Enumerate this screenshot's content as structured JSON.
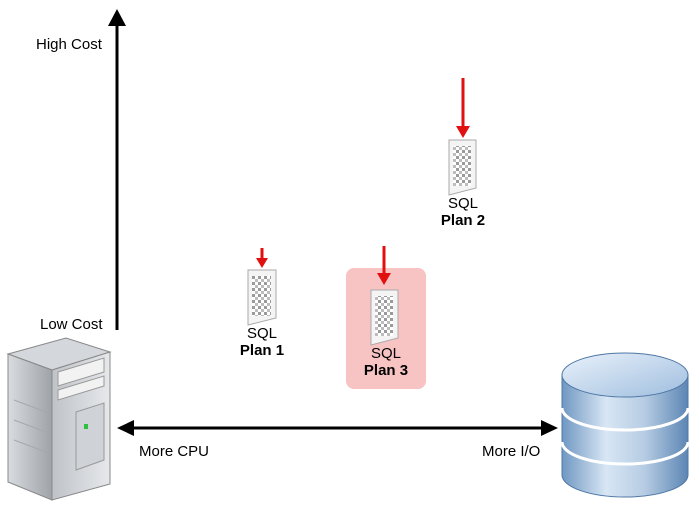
{
  "axis": {
    "y_top_label": "High Cost",
    "y_bottom_label": "Low Cost",
    "x_left_label": "More CPU",
    "x_right_label": "More I/O"
  },
  "plans": [
    {
      "sql_label": "SQL",
      "name": "Plan 1",
      "highlighted": false
    },
    {
      "sql_label": "SQL",
      "name": "Plan 2",
      "highlighted": false
    },
    {
      "sql_label": "SQL",
      "name": "Plan 3",
      "highlighted": true
    }
  ],
  "icons": {
    "left": "server-tower-icon",
    "right": "database-cylinder-icon"
  },
  "colors": {
    "highlight": "#f7c3c3",
    "arrow_red": "#e01010",
    "axis": "#000000",
    "database": "#8fb3d6"
  }
}
